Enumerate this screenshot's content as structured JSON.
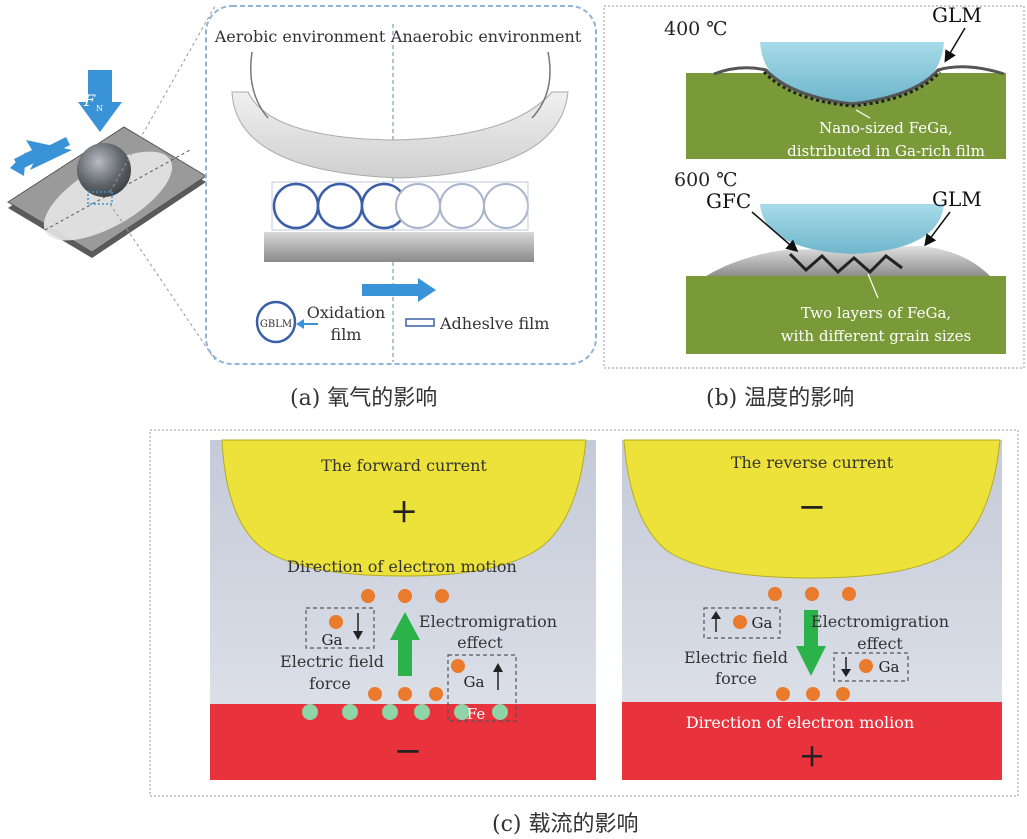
{
  "panel_a": {
    "title_left": "Aerobic environment",
    "title_right": "Anaerobic environment",
    "force_symbol": "F",
    "force_subscript": "N",
    "legend_circle_text": "GBLM",
    "legend_oxidation": "Oxidation",
    "legend_film": "film",
    "legend_adhesive": "Adheslve film",
    "caption": "(a) 氧气的影响"
  },
  "panel_b": {
    "temp_top": "400 ℃",
    "temp_bottom": "600 ℃",
    "glm_top": "GLM",
    "glm_bottom": "GLM",
    "gfc": "GFC",
    "desc_top_1": "Nano-sized FeGa,",
    "desc_top_2": "distributed in Ga-rich film",
    "desc_bottom_1": "Two layers of FeGa,",
    "desc_bottom_2": "with different grain sizes",
    "caption": "(b) 温度的影响"
  },
  "panel_c": {
    "left": {
      "title": "The forward current",
      "top_sign": "+",
      "direction": "Direction of electron motion",
      "ga_top": "Ga",
      "em_1": "Electromigration",
      "em_2": "effect",
      "ef_1": "Electric field",
      "ef_2": "force",
      "ga_right": "Ga",
      "fe": "Fe",
      "bottom_sign": "−"
    },
    "right": {
      "title": "The reverse current",
      "top_sign": "−",
      "ga_top": "Ga",
      "em_1": "Electromigration",
      "em_2": "effect",
      "ef_1": "Electric field",
      "ef_2": "force",
      "ga_right": "Ga",
      "direction": "Direction of electron molion",
      "bottom_sign": "+"
    },
    "caption": "(c) 载流的影响"
  },
  "colors": {
    "gold": "#ede23a",
    "red": "#e8323c",
    "green_substrate": "#7a9a3a",
    "ball_blue": "#8fcde0",
    "orange_dot": "#ea7a2c",
    "green_dot": "#8ed4a6",
    "green_arrow": "#2cb24a",
    "blue_arrow": "#3a93d6"
  }
}
